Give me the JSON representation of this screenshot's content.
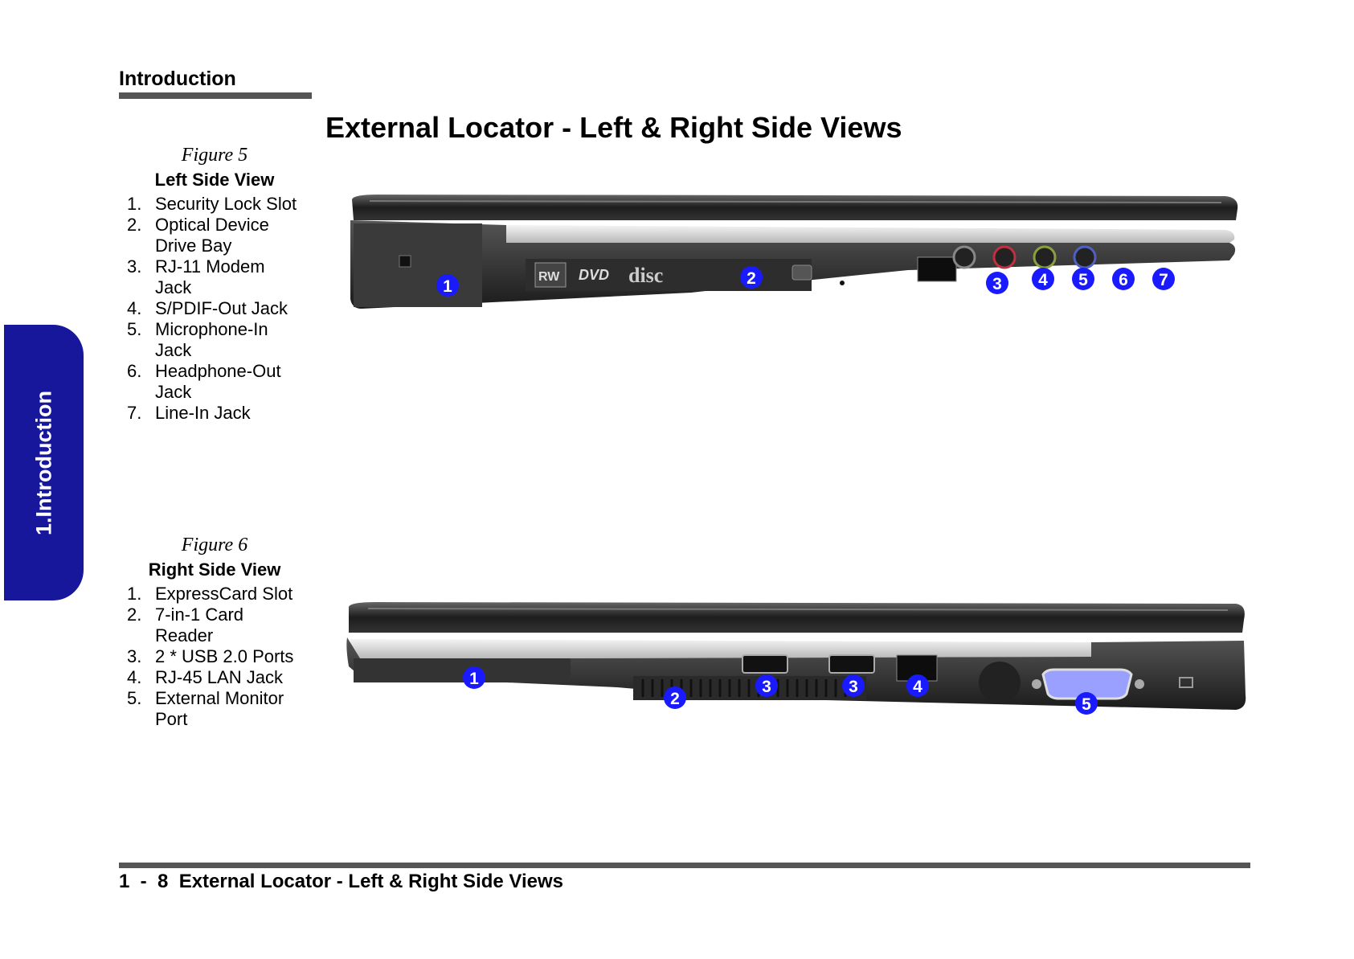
{
  "header": {
    "section": "Introduction"
  },
  "side_tab": {
    "label": "1.Introduction"
  },
  "page_title": "External Locator - Left & Right Side Views",
  "figure5": {
    "number": "Figure 5",
    "title": "Left Side View",
    "items": [
      {
        "n": "1.",
        "label": "Security Lock Slot"
      },
      {
        "n": "2.",
        "label": "Optical Device Drive Bay"
      },
      {
        "n": "3.",
        "label": "RJ-11 Modem Jack"
      },
      {
        "n": "4.",
        "label": "S/PDIF-Out Jack"
      },
      {
        "n": "5.",
        "label": "Microphone-In Jack"
      },
      {
        "n": "6.",
        "label": "Headphone-Out Jack"
      },
      {
        "n": "7.",
        "label": "Line-In Jack"
      }
    ],
    "disc_logos": {
      "rw": "RW",
      "dvd": "DVD",
      "disc": "disc"
    }
  },
  "figure6": {
    "number": "Figure 6",
    "title": "Right Side View",
    "items": [
      {
        "n": "1.",
        "label": "ExpressCard Slot"
      },
      {
        "n": "2.",
        "label": "7-in-1 Card Reader"
      },
      {
        "n": "3.",
        "label": "2 * USB 2.0 Ports"
      },
      {
        "n": "4.",
        "label": "RJ-45 LAN Jack"
      },
      {
        "n": "5.",
        "label": "External Monitor Port"
      }
    ]
  },
  "callouts": {
    "left": [
      "1",
      "2",
      "3",
      "4",
      "5",
      "6",
      "7"
    ],
    "right": [
      "1",
      "2",
      "3",
      "3",
      "4",
      "5"
    ]
  },
  "colors": {
    "tab": "#17179b",
    "badge": "#1a1aff",
    "rule": "#555555"
  },
  "footer": {
    "page": "1  -  8",
    "title": "External Locator - Left & Right Side Views"
  }
}
